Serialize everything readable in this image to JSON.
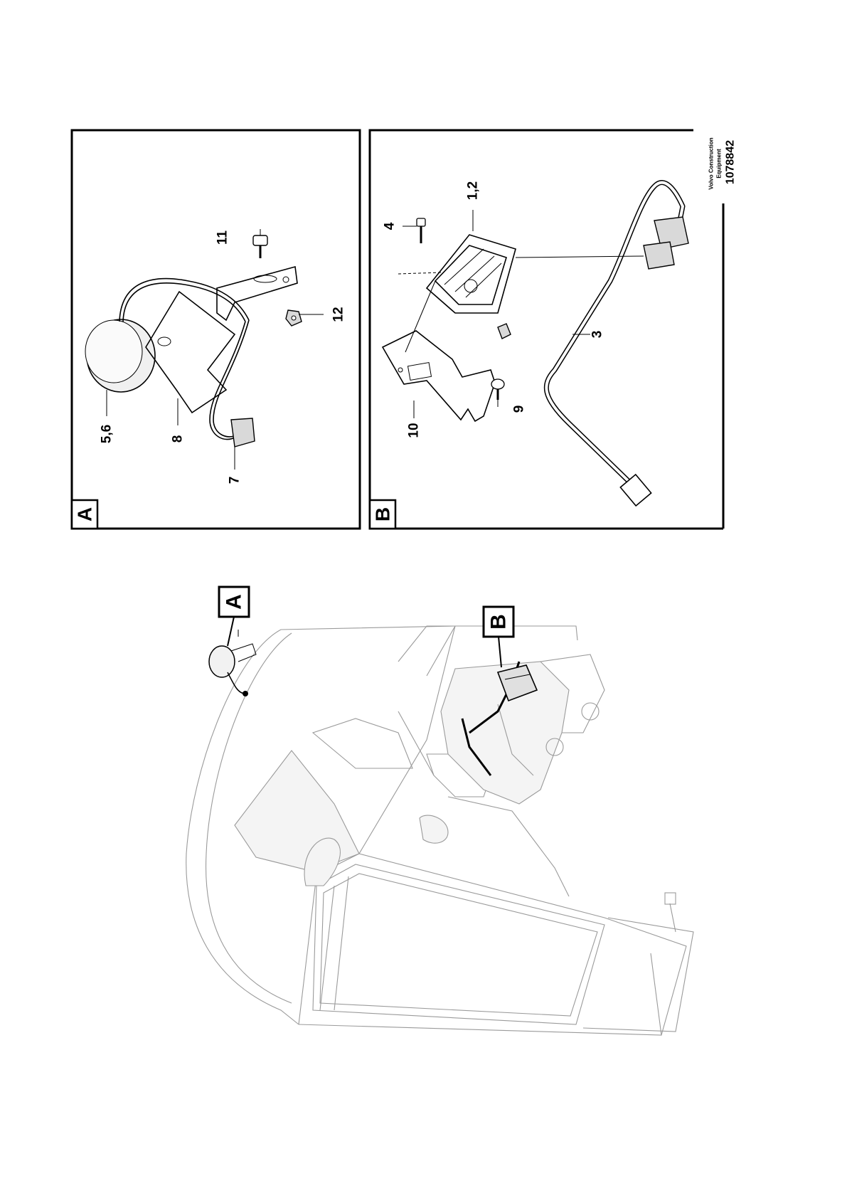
{
  "panels": {
    "a": {
      "label": "A"
    },
    "b": {
      "label": "B"
    }
  },
  "overview": {
    "callout_a": "A",
    "callout_b": "B"
  },
  "parts_a": {
    "p56": "5,6",
    "p8": "8",
    "p7": "7",
    "p11": "11",
    "p12": "12"
  },
  "parts_b": {
    "p4": "4",
    "p12": "1,2",
    "p3": "3",
    "p10": "10",
    "p9": "9"
  },
  "brand": {
    "line1": "Volvo Construction",
    "line2": "Equipment",
    "number": "1078842"
  }
}
